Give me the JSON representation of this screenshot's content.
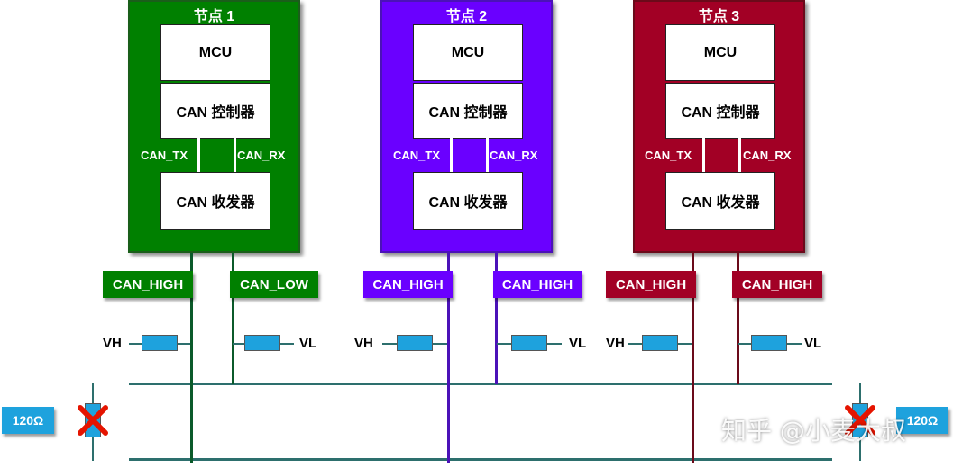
{
  "colors": {
    "node1": "#008000",
    "node2": "#6a00ff",
    "node3": "#a20025",
    "bus": "#2d6f6d",
    "resistor": "#1ea2dd",
    "cross": "#e51400"
  },
  "nodes": [
    {
      "title": "节点 1",
      "mcu": "MCU",
      "controller": "CAN 控制器",
      "tx": "CAN_TX",
      "rx": "CAN_RX",
      "transceiver": "CAN 收发器",
      "left_tag": "CAN_HIGH",
      "right_tag": "CAN_LOW",
      "vh": "VH",
      "vl": "VL"
    },
    {
      "title": "节点 2",
      "mcu": "MCU",
      "controller": "CAN 控制器",
      "tx": "CAN_TX",
      "rx": "CAN_RX",
      "transceiver": "CAN 收发器",
      "left_tag": "CAN_HIGH",
      "right_tag": "CAN_HIGH",
      "vh": "VH",
      "vl": "VL"
    },
    {
      "title": "节点 3",
      "mcu": "MCU",
      "controller": "CAN 控制器",
      "tx": "CAN_TX",
      "rx": "CAN_RX",
      "transceiver": "CAN 收发器",
      "left_tag": "CAN_HIGH",
      "right_tag": "CAN_HIGH",
      "vh": "VH",
      "vl": "VL"
    }
  ],
  "terminators": {
    "left": "120Ω",
    "right": "120Ω"
  },
  "watermark": "知乎 @小麦大叔"
}
